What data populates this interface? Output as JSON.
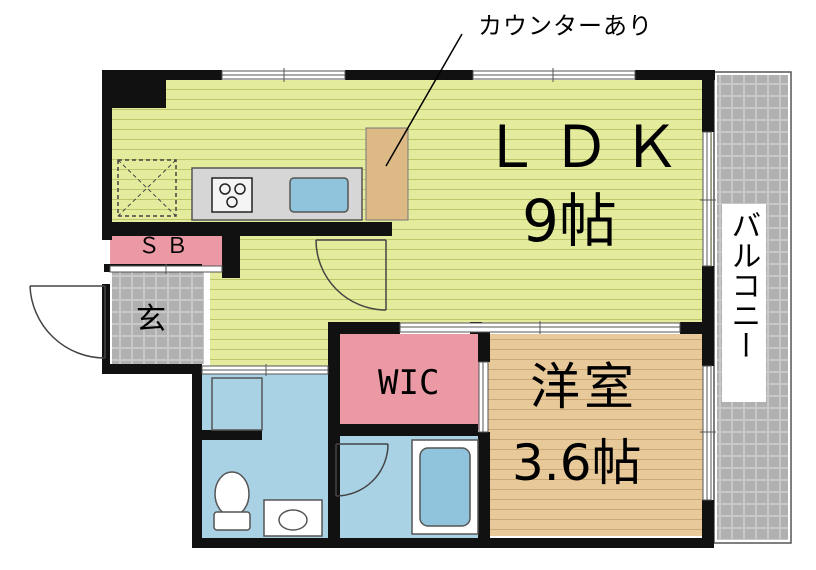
{
  "callout": "カウンターあり",
  "rooms": {
    "ldk": {
      "name": "ＬＤＫ",
      "size": "9帖"
    },
    "western_room": {
      "name": "洋室",
      "size": "3.6帖"
    },
    "wic": {
      "name": "WIC"
    },
    "sb": {
      "name": "ＳＢ"
    },
    "entrance": {
      "name": "玄"
    },
    "balcony": {
      "name": "バルコニー"
    }
  },
  "colors": {
    "flooring_yellow": "#e4eb9c",
    "flooring_line": "#bcc66a",
    "western_floor": "#e8c99a",
    "western_line": "#cca877",
    "storage_pink": "#eb9aa5",
    "wet_blue": "#a9d2e5",
    "fixture_blue": "#8fc4dc",
    "grid_gray": "#b4b4b4",
    "counter": "#ddb985",
    "wall": "#111111"
  },
  "icons": [
    "stove-icon",
    "sink-icon",
    "toilet-icon",
    "washbasin-icon",
    "bathtub-icon",
    "fridge-space-icon"
  ]
}
